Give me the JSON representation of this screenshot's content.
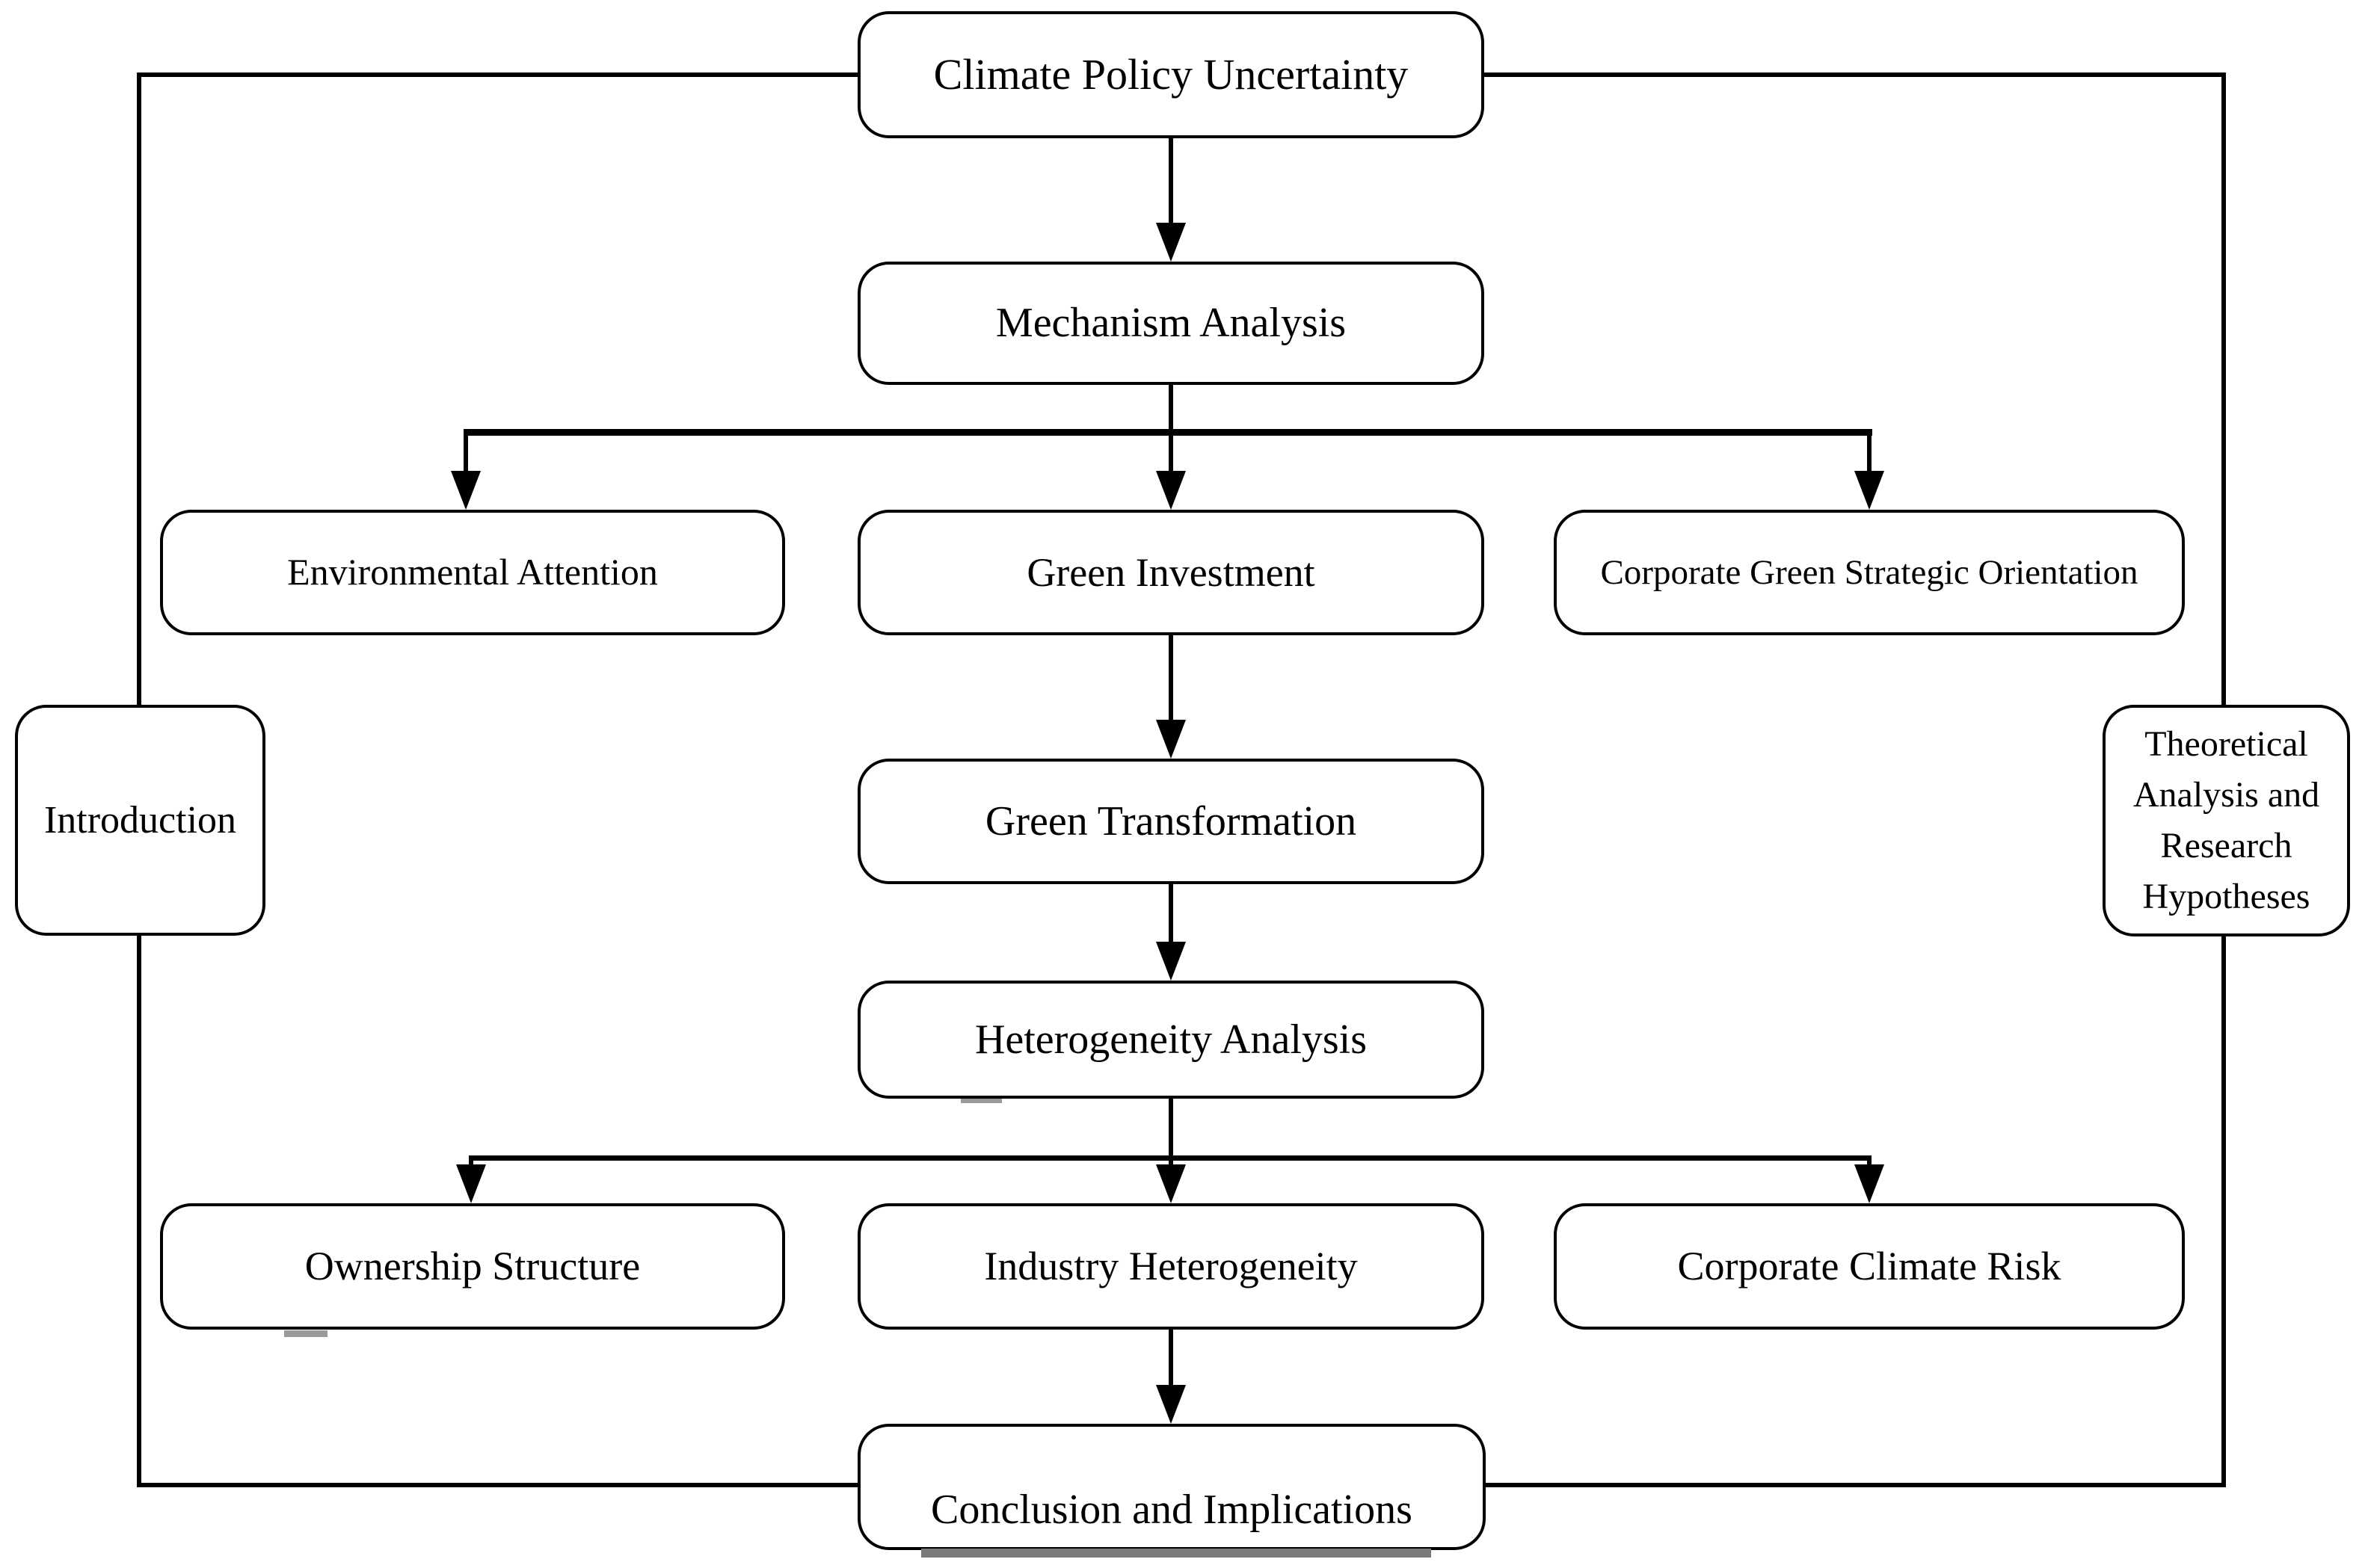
{
  "diagram": {
    "type": "flowchart",
    "background": "#ffffff",
    "line_color": "#000000",
    "shadow_color": "#7a7a7a",
    "nodes": {
      "climate_policy_uncertainty": {
        "label": "Climate Policy Uncertainty"
      },
      "mechanism_analysis": {
        "label": "Mechanism Analysis"
      },
      "environmental_attention": {
        "label": "Environmental Attention"
      },
      "green_investment": {
        "label": "Green Investment"
      },
      "corporate_green_strategic_orientation": {
        "label": "Corporate Green Strategic Orientation"
      },
      "green_transformation": {
        "label": "Green Transformation"
      },
      "heterogeneity_analysis": {
        "label": "Heterogeneity Analysis"
      },
      "ownership_structure": {
        "label": "Ownership Structure"
      },
      "industry_heterogeneity": {
        "label": "Industry Heterogeneity"
      },
      "corporate_climate_risk": {
        "label": "Corporate Climate Risk"
      },
      "conclusion_and_implications": {
        "label": "Conclusion and Implications"
      },
      "introduction": {
        "label": "Introduction"
      },
      "theoretical_analysis": {
        "label": "Theoretical Analysis and Research Hypotheses"
      }
    },
    "edges": [
      {
        "from": "climate_policy_uncertainty",
        "to": "mechanism_analysis"
      },
      {
        "from": "mechanism_analysis",
        "to": "environmental_attention"
      },
      {
        "from": "mechanism_analysis",
        "to": "green_investment"
      },
      {
        "from": "mechanism_analysis",
        "to": "corporate_green_strategic_orientation"
      },
      {
        "from": "green_investment",
        "to": "green_transformation"
      },
      {
        "from": "green_transformation",
        "to": "heterogeneity_analysis"
      },
      {
        "from": "heterogeneity_analysis",
        "to": "ownership_structure"
      },
      {
        "from": "heterogeneity_analysis",
        "to": "industry_heterogeneity"
      },
      {
        "from": "heterogeneity_analysis",
        "to": "corporate_climate_risk"
      },
      {
        "from": "industry_heterogeneity",
        "to": "conclusion_and_implications"
      }
    ]
  }
}
